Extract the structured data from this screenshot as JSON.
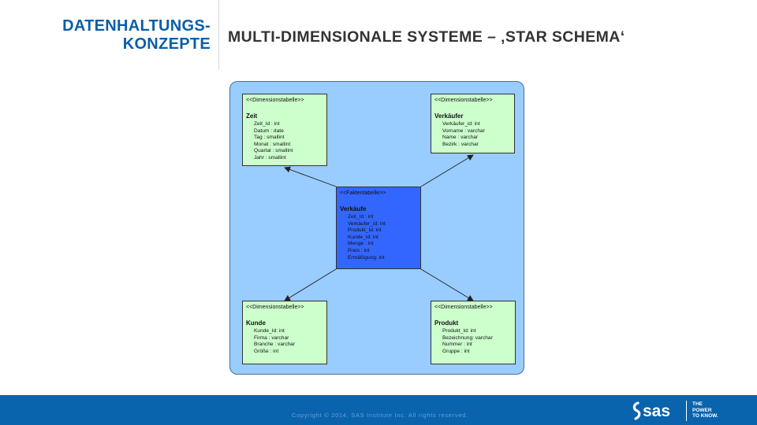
{
  "header": {
    "section_title_line1": "DATENHALTUNGS-",
    "section_title_line2": "KONZEPTE",
    "slide_title": "MULTI-DIMENSIONALE SYSTEME – ‚STAR SCHEMA‘"
  },
  "diagram": {
    "tables": {
      "zeit": {
        "stereotype": "<<Dimensionstabelle>>",
        "name": "Zeit",
        "attributes": [
          "Zeit_Id    : int",
          "Datum     : date",
          "Tag         : smallint",
          "Monat      : smallint",
          "Quartal    : smallint",
          "Jahr        : smallint"
        ]
      },
      "verkaeufer": {
        "stereotype": "<<Dimensionstabelle>>",
        "name": "Verkäufer",
        "attributes": [
          "Verkäufer_id: int",
          "Vorname : varchar",
          "Name      : varchar",
          "Bezirk     : varchar"
        ]
      },
      "verkaeufe": {
        "stereotype": "<<Faktentabelle>>",
        "name": "Verkäufe",
        "attributes": [
          "Zeit_Id     : int",
          "Verkäufer_Id: int",
          "Produkt_Id: int",
          "Kunde_Id: int",
          "Menge     : int",
          "Preis        : int",
          "Ermäßigung: int"
        ]
      },
      "kunde": {
        "stereotype": "<<Dimensionstabelle>>",
        "name": "Kunde",
        "attributes": [
          "Kunde_Id: int",
          "Firma      : varchar",
          "Branche : varchar",
          "Größe     : int"
        ]
      },
      "produkt": {
        "stereotype": "<<Dimensionstabelle>>",
        "name": "Produkt",
        "attributes": [
          "Produkt_Id: int",
          "Bezeichnung: varchar",
          "Nummer : int",
          "Gruppe   : int"
        ]
      }
    },
    "colors": {
      "background": "#99ccff",
      "dimension_box": "#ccffcc",
      "fact_box": "#3366ff"
    }
  },
  "footer": {
    "copyright": "Copyright © 2014, SAS Institute Inc. All rights reserved.",
    "logo_text": "sas",
    "tagline_line1": "THE",
    "tagline_line2": "POWER",
    "tagline_line3": "TO KNOW.",
    "color": "#0a63ad"
  }
}
